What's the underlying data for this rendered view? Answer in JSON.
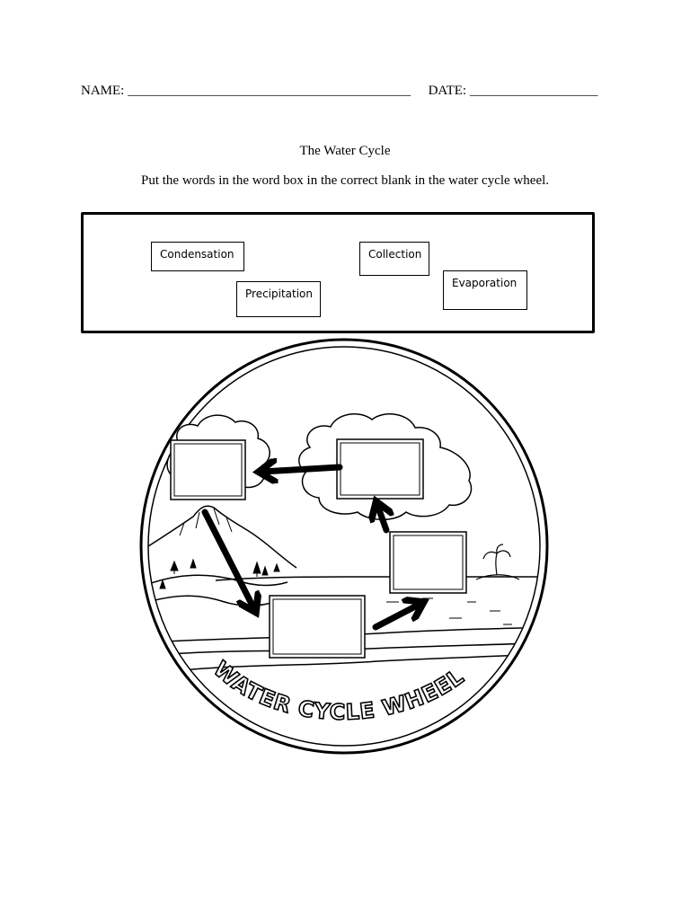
{
  "header": {
    "name_label": "NAME:",
    "name_blank": "__________________________________________",
    "date_label": "DATE:",
    "date_blank": "___________________"
  },
  "title": "The Water Cycle",
  "instructions": "Put the words in the word box in the correct blank in the water cycle wheel.",
  "word_box": {
    "words": [
      "Condensation",
      "Collection",
      "Precipitation",
      "Evaporation"
    ]
  },
  "wheel": {
    "banner_text": "WATER CYCLE WHEEL",
    "blank_count": 4
  }
}
